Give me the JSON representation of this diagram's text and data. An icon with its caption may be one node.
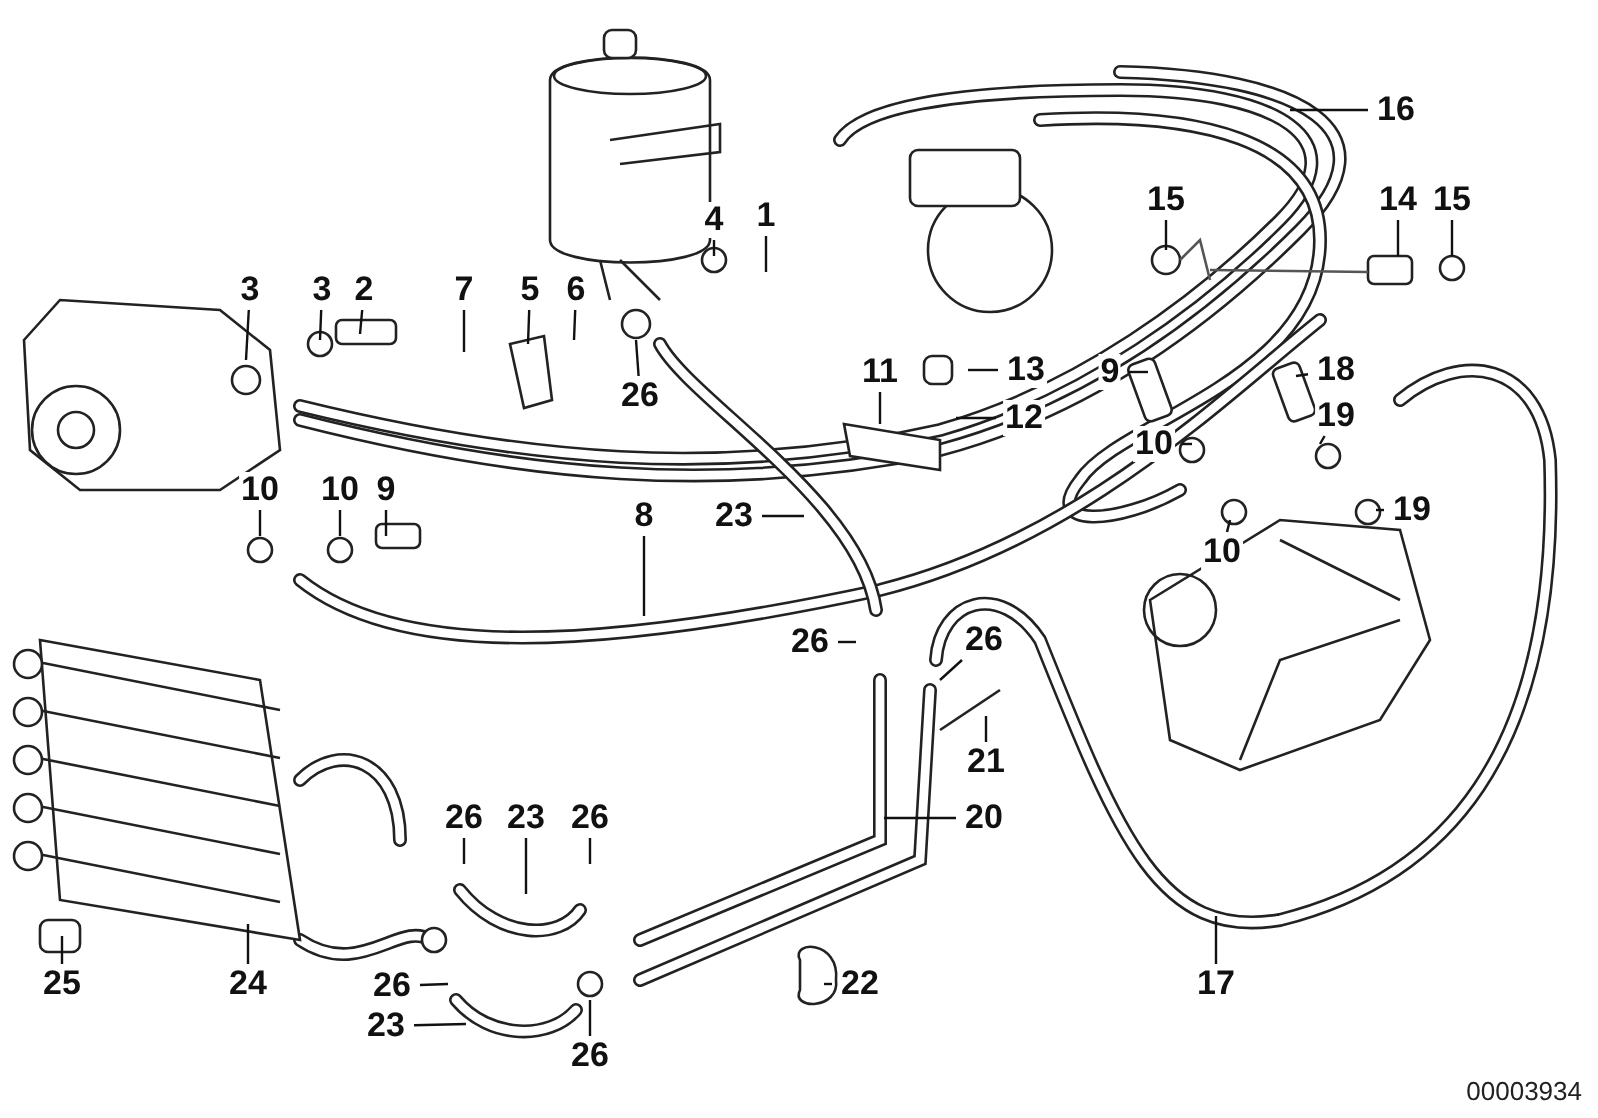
{
  "diagram": {
    "nodes": [
      {
        "text": [
          "1"
        ]
      },
      {
        "text": [
          "16"
        ]
      },
      {
        "text": [
          "15"
        ]
      },
      {
        "text": [
          "14"
        ]
      },
      {
        "text": [
          "15"
        ]
      },
      {
        "text": [
          "3"
        ]
      },
      {
        "text": [
          "3"
        ]
      },
      {
        "text": [
          "2"
        ]
      },
      {
        "text": [
          "7"
        ]
      },
      {
        "text": [
          "5"
        ]
      },
      {
        "text": [
          "6"
        ]
      },
      {
        "text": [
          "4"
        ]
      },
      {
        "text": [
          "26"
        ]
      },
      {
        "text": [
          "11"
        ]
      },
      {
        "text": [
          "13"
        ]
      },
      {
        "text": [
          "12"
        ]
      },
      {
        "text": [
          "9"
        ]
      },
      {
        "text": [
          "18"
        ]
      },
      {
        "text": [
          "10"
        ]
      },
      {
        "text": [
          "19"
        ]
      },
      {
        "text": [
          "19"
        ]
      },
      {
        "text": [
          "10"
        ]
      },
      {
        "text": [
          "10"
        ]
      },
      {
        "text": [
          "10"
        ]
      },
      {
        "text": [
          "9"
        ]
      },
      {
        "text": [
          "8"
        ]
      },
      {
        "text": [
          "23"
        ]
      },
      {
        "text": [
          "26"
        ]
      },
      {
        "text": [
          "26"
        ]
      },
      {
        "text": [
          "21"
        ]
      },
      {
        "text": [
          "20"
        ]
      },
      {
        "text": [
          "26"
        ]
      },
      {
        "text": [
          "23"
        ]
      },
      {
        "text": [
          "26"
        ]
      },
      {
        "text": [
          "17"
        ]
      },
      {
        "text": [
          "22"
        ]
      },
      {
        "text": [
          "24"
        ]
      },
      {
        "text": [
          "25"
        ]
      },
      {
        "text": [
          "26"
        ]
      },
      {
        "text": [
          "23"
        ]
      },
      {
        "text": [
          "26"
        ]
      }
    ],
    "edges": [
      {
        "from": 0,
        "to": null,
        "arrow": "none"
      },
      {
        "from": 1,
        "to": null,
        "arrow": "none"
      },
      {
        "from": 2,
        "to": null,
        "arrow": "none"
      },
      {
        "from": 3,
        "to": null,
        "arrow": "none"
      },
      {
        "from": 4,
        "to": null,
        "arrow": "none"
      },
      {
        "from": 5,
        "to": null,
        "arrow": "none"
      },
      {
        "from": 6,
        "to": null,
        "arrow": "none"
      },
      {
        "from": 7,
        "to": null,
        "arrow": "none"
      },
      {
        "from": 8,
        "to": null,
        "arrow": "none"
      },
      {
        "from": 9,
        "to": null,
        "arrow": "none"
      },
      {
        "from": 10,
        "to": null,
        "arrow": "none"
      },
      {
        "from": 11,
        "to": null,
        "arrow": "none"
      },
      {
        "from": 12,
        "to": null,
        "arrow": "none"
      },
      {
        "from": 13,
        "to": null,
        "arrow": "none"
      },
      {
        "from": 14,
        "to": null,
        "arrow": "none"
      },
      {
        "from": 15,
        "to": null,
        "arrow": "none"
      },
      {
        "from": 16,
        "to": null,
        "arrow": "none"
      },
      {
        "from": 17,
        "to": null,
        "arrow": "none"
      },
      {
        "from": 18,
        "to": null,
        "arrow": "none"
      },
      {
        "from": 19,
        "to": null,
        "arrow": "none"
      },
      {
        "from": 20,
        "to": null,
        "arrow": "none"
      },
      {
        "from": 21,
        "to": null,
        "arrow": "none"
      },
      {
        "from": 22,
        "to": null,
        "arrow": "none"
      },
      {
        "from": 23,
        "to": null,
        "arrow": "none"
      },
      {
        "from": 24,
        "to": null,
        "arrow": "none"
      },
      {
        "from": 25,
        "to": null,
        "arrow": "none"
      },
      {
        "from": 26,
        "to": null,
        "arrow": "none"
      },
      {
        "from": 27,
        "to": null,
        "arrow": "none"
      },
      {
        "from": 28,
        "to": null,
        "arrow": "none"
      },
      {
        "from": 29,
        "to": null,
        "arrow": "none"
      },
      {
        "from": 30,
        "to": null,
        "arrow": "none"
      },
      {
        "from": 31,
        "to": null,
        "arrow": "none"
      },
      {
        "from": 32,
        "to": null,
        "arrow": "none"
      },
      {
        "from": 33,
        "to": null,
        "arrow": "none"
      },
      {
        "from": 34,
        "to": null,
        "arrow": "none"
      },
      {
        "from": 35,
        "to": null,
        "arrow": "none"
      },
      {
        "from": 36,
        "to": null,
        "arrow": "none"
      },
      {
        "from": 37,
        "to": null,
        "arrow": "none"
      },
      {
        "from": 38,
        "to": null,
        "arrow": "none"
      },
      {
        "from": 39,
        "to": null,
        "arrow": "none"
      },
      {
        "from": 40,
        "to": null,
        "arrow": "none"
      }
    ],
    "labels": [
      "00003934"
    ]
  }
}
